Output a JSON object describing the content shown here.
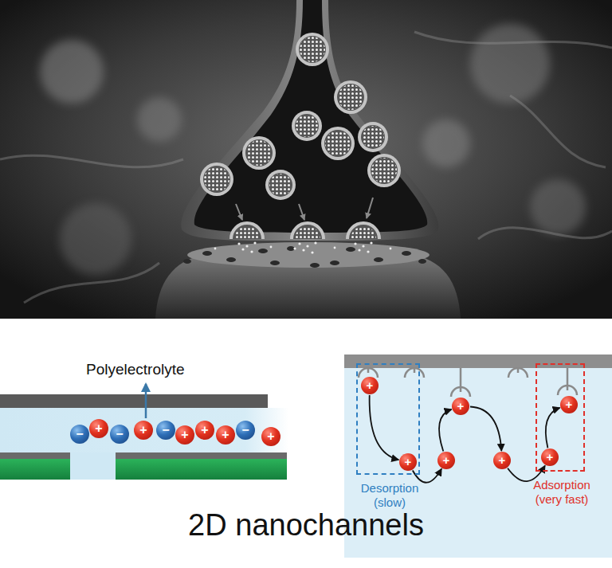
{
  "diagram": {
    "nodes": [
      {
        "text": [
          "−"
        ]
      },
      {
        "text": [
          "+"
        ]
      },
      {
        "text": [
          "−"
        ]
      },
      {
        "text": [
          "+"
        ]
      },
      {
        "text": [
          "−"
        ]
      },
      {
        "text": [
          "+"
        ]
      },
      {
        "text": [
          "+"
        ]
      },
      {
        "text": [
          "+"
        ]
      },
      {
        "text": [
          "−"
        ]
      },
      {
        "text": [
          "+"
        ]
      },
      {
        "text": [
          "Desorption (slow)"
        ]
      },
      {
        "text": [
          "+"
        ],
        "in": 10
      },
      {
        "text": [
          "+"
        ],
        "in": 10
      },
      {
        "text": [
          "+"
        ]
      },
      {
        "text": [
          "+"
        ]
      },
      {
        "text": [
          "+"
        ]
      },
      {
        "text": [
          "Adsorption (very fast)"
        ]
      },
      {
        "text": [
          "+"
        ],
        "in": 16
      },
      {
        "text": [
          "+"
        ],
        "in": 16
      }
    ],
    "edges": [
      {
        "from": 11,
        "to": 12,
        "arrow": "to"
      },
      {
        "from": 12,
        "to": 13,
        "arrow": "to"
      },
      {
        "from": 13,
        "to": 14,
        "arrow": "to"
      },
      {
        "from": 14,
        "to": 15,
        "arrow": "to"
      },
      {
        "from": 15,
        "to": 17,
        "arrow": "to"
      },
      {
        "from": 17,
        "to": 18,
        "arrow": "to"
      }
    ],
    "labels": [
      "Polyelectrolyte",
      "2D nanochannels"
    ]
  }
}
